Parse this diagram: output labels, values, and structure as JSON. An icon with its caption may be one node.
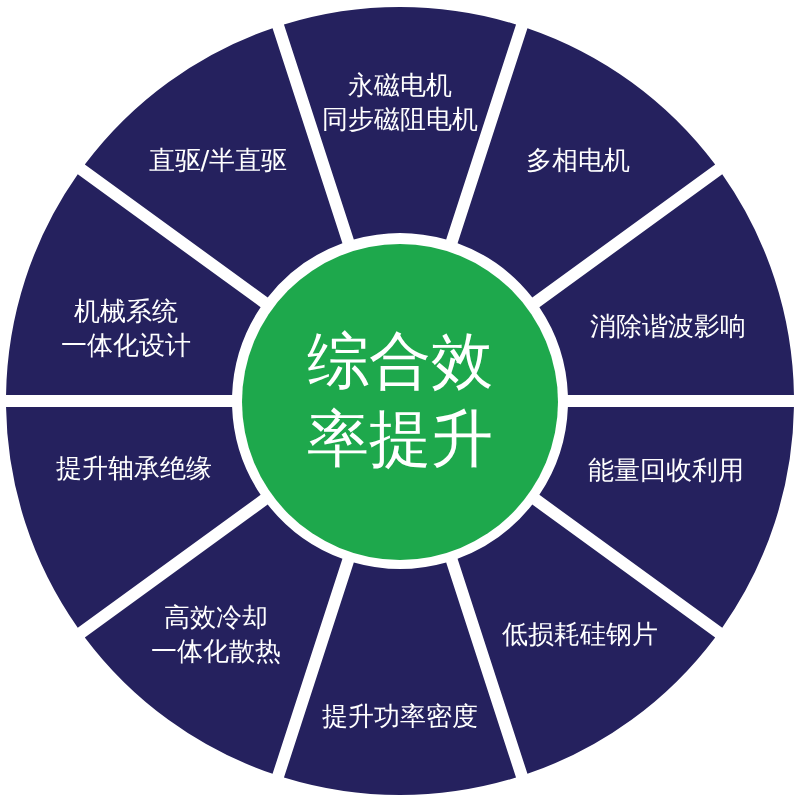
{
  "diagram": {
    "nodes": [
      {
        "text": [
          "综合效率提升"
        ]
      },
      {
        "text": [
          "永磁电机同步磁阻电机"
        ]
      },
      {
        "text": [
          "多相电机"
        ]
      },
      {
        "text": [
          "消除谐波影响"
        ]
      },
      {
        "text": [
          "能量回收利用"
        ]
      },
      {
        "text": [
          "低损耗硅钢片"
        ]
      },
      {
        "text": [
          "提升功率密度"
        ]
      },
      {
        "text": [
          "高效冷却一体化散热"
        ]
      },
      {
        "text": [
          "提升轴承绝缘"
        ]
      },
      {
        "text": [
          "机械系统一体化设计"
        ]
      },
      {
        "text": [
          "直驱/半直驱"
        ]
      }
    ]
  }
}
